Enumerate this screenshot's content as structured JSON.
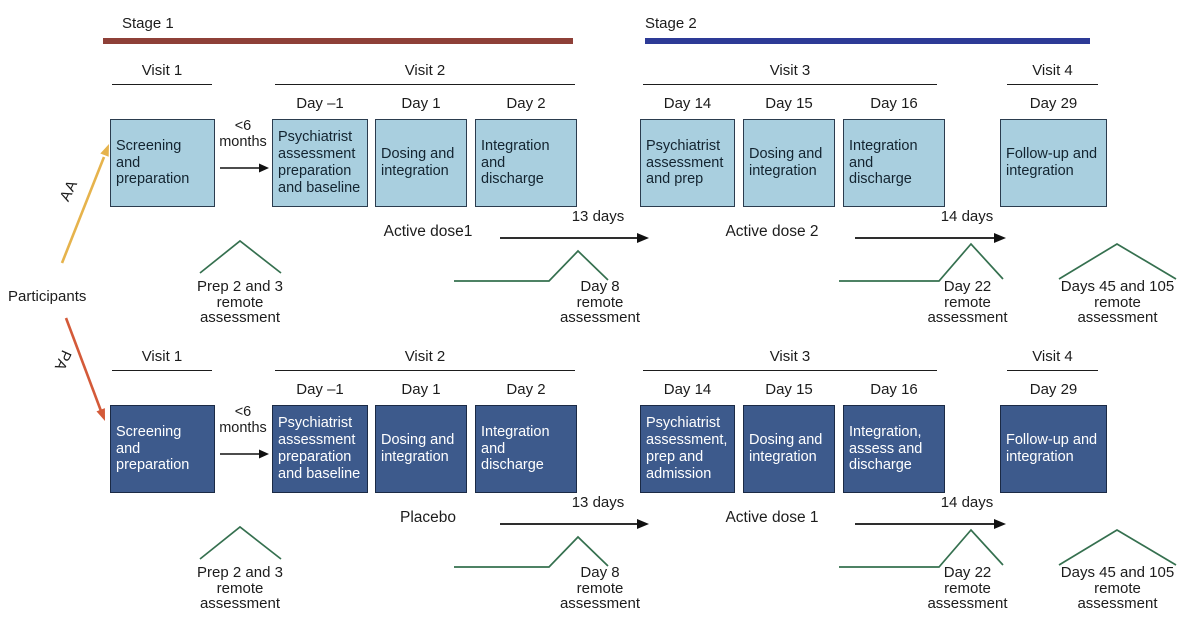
{
  "figure": {
    "participants_label": "Participants",
    "stage1": {
      "label": "Stage 1"
    },
    "stage2": {
      "label": "Stage 2"
    },
    "aa_arrow_label": "AA",
    "pa_arrow_label": "PA"
  },
  "colors": {
    "stage1_bar": "#8e4038",
    "stage2_bar": "#2d3a96",
    "light_box_fill": "#a9cfdf",
    "light_box_border": "#2b3c4e",
    "dark_box_fill": "#3d5a8c",
    "dark_box_border": "#1b2a45",
    "remote_peak_green": "#35704f",
    "aa_arrow": "#e6b34c",
    "pa_arrow": "#d45a39",
    "arrow_black": "#111111"
  },
  "arms": [
    {
      "name": "AA",
      "visits": [
        "Visit 1",
        "Visit 2",
        "Visit 3",
        "Visit 4"
      ],
      "days": [
        "Day –1",
        "Day 1",
        "Day 2",
        "Day 14",
        "Day 15",
        "Day 16",
        "Day 29"
      ],
      "interval": {
        "line1": "<6",
        "line2": "months"
      },
      "boxes": [
        "Screening and preparation",
        "Psychiatrist assessment preparation and baseline",
        "Dosing and integration",
        "Integration and discharge",
        "Psychiatrist assessment and prep",
        "Dosing and integration",
        "Integration and discharge",
        "Follow-up and integration"
      ],
      "doses": [
        {
          "label": "Active dose1",
          "duration": "13 days"
        },
        {
          "label": "Active dose 2",
          "duration": "14 days"
        }
      ],
      "remote": [
        {
          "lines": [
            "Prep 2 and 3",
            "remote",
            "assessment"
          ]
        },
        {
          "lines": [
            "Day 8",
            "remote",
            "assessment"
          ]
        },
        {
          "lines": [
            "Day 22",
            "remote",
            "assessment"
          ]
        },
        {
          "lines": [
            "Days 45 and 105",
            "remote",
            "assessment"
          ]
        }
      ]
    },
    {
      "name": "PA",
      "visits": [
        "Visit 1",
        "Visit 2",
        "Visit 3",
        "Visit 4"
      ],
      "days": [
        "Day –1",
        "Day 1",
        "Day 2",
        "Day 14",
        "Day 15",
        "Day 16",
        "Day 29"
      ],
      "interval": {
        "line1": "<6",
        "line2": "months"
      },
      "boxes": [
        "Screening and preparation",
        "Psychiatrist assessment preparation and baseline",
        "Dosing and integration",
        "Integration and discharge",
        "Psychiatrist assessment, prep and admission",
        "Dosing and integration",
        "Integration, assess and discharge",
        "Follow-up and integration"
      ],
      "doses": [
        {
          "label": "Placebo",
          "duration": "13 days"
        },
        {
          "label": "Active dose 1",
          "duration": "14 days"
        }
      ],
      "remote": [
        {
          "lines": [
            "Prep 2 and 3",
            "remote",
            "assessment"
          ]
        },
        {
          "lines": [
            "Day 8",
            "remote",
            "assessment"
          ]
        },
        {
          "lines": [
            "Day 22",
            "remote",
            "assessment"
          ]
        },
        {
          "lines": [
            "Days 45 and 105",
            "remote",
            "assessment"
          ]
        }
      ]
    }
  ]
}
